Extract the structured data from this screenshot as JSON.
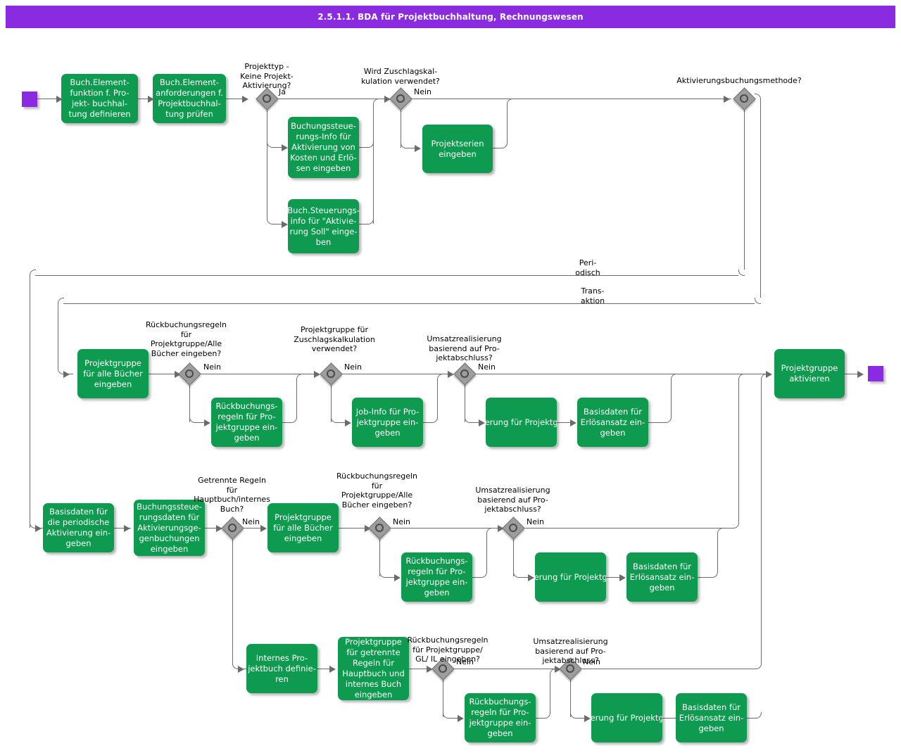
{
  "title": "2.5.1.1. BDA für Projektbuchhaltung, Rechnungswesen",
  "colors": {
    "title_bar": "#8A2BE2",
    "task_fill": "#0E9A4F",
    "task_text": "#FFFFFF",
    "gateway_fill": "#9D9D9D",
    "marker": "#8A2BE2",
    "connector": "#6B6B6B"
  },
  "markers": {
    "start_label": "start-event",
    "end_label": "end-event"
  },
  "tasks": [
    {
      "id": "t1",
      "text": "Buch.Element-\nfunktion f. Pro-\njekt- buchhal-\ntung definieren"
    },
    {
      "id": "t2",
      "text": "Buch.Element-\nanforderungen f.\nProjektbuchhal-\ntung prüfen"
    },
    {
      "id": "t3",
      "text": "Buchungssteue-\nrungs-Info für\nAktivierung von\nKosten und Erlö-\nsen eingeben"
    },
    {
      "id": "t4",
      "text": "Buch.Steuerungs-\ninfo für \"Aktivie-\nrung Soll\" einge-\nben"
    },
    {
      "id": "t5",
      "text": "Projektserien\neingeben"
    },
    {
      "id": "t6",
      "text": "Projektgruppe\nfür alle Bücher\neingeben"
    },
    {
      "id": "t7",
      "text": "Rückbuchungs-\nregeln für Pro-\njektgruppe ein-\ngeben"
    },
    {
      "id": "t8",
      "text": "Job-Info für Pro-\njektgruppe ein-\ngeben"
    },
    {
      "id": "t9",
      "text": "Job/Umsatzrealisierung für Projektgruppe ein-\ngeben"
    },
    {
      "id": "t10",
      "text": "Basisdaten für\nErlösansatz ein-\ngeben"
    },
    {
      "id": "t11",
      "text": "Projektgruppe\naktivieren"
    },
    {
      "id": "t12",
      "text": "Basisdaten für\ndie periodische\nAktivierung ein-\ngeben"
    },
    {
      "id": "t13",
      "text": "Buchungssteue-\nrungsdaten für\nAktivierungsge-\ngenbuchungen\neingeben"
    },
    {
      "id": "t14",
      "text": "Projektgruppe\nfür alle Bücher\neingeben"
    },
    {
      "id": "t15",
      "text": "Rückbuchungs-\nregeln für Pro-\njektgruppe ein-\ngeben"
    },
    {
      "id": "t16",
      "text": "Job/Umsatzrealisierung für Projektgruppe ein-\ngeben"
    },
    {
      "id": "t17",
      "text": "Basisdaten für\nErlösansatz ein-\ngeben"
    },
    {
      "id": "t18",
      "text": "Internes Pro-\njektbuch definie-\nren"
    },
    {
      "id": "t19",
      "text": "Projektgruppe\nfür getrennte\nRegeln für\nHauptbuch und\ninternes Buch\neingeben"
    },
    {
      "id": "t20",
      "text": "Rückbuchungs-\nregeln für Pro-\njektgruppe ein-\ngeben"
    },
    {
      "id": "t21",
      "text": "Job/Umsatzrealisierung für Projektgruppe ein-\ngeben"
    },
    {
      "id": "t22",
      "text": "Basisdaten für\nErlösansatz ein-\ngeben"
    }
  ],
  "gateways": [
    {
      "id": "g1",
      "question": "Projekttyp -\nKeine Projekt-\nAktivierung?",
      "branch": "Ja"
    },
    {
      "id": "g2",
      "question": "Wird Zuschlagskal-\nkulation verwendet?",
      "branch": "Nein"
    },
    {
      "id": "g3",
      "question": "Aktivierungsbuchungsmethode?",
      "branch": ""
    },
    {
      "id": "g4",
      "question": "Rückbuchungsregeln\nfür\nProjektgruppe/Alle\nBücher eingeben?",
      "branch": "Nein"
    },
    {
      "id": "g5",
      "question": "Projektgruppe für\nZuschlagskalkulation\nverwendet?",
      "branch": "Nein"
    },
    {
      "id": "g6",
      "question": "Umsatzrealisierung\nbasierend auf Pro-\njektabschluss?",
      "branch": "Nein"
    },
    {
      "id": "g7",
      "question": "Getrennte Regeln\nfür\nHauptbuch/internes\nBuch?",
      "branch": "Nein"
    },
    {
      "id": "g8",
      "question": "Rückbuchungsregeln\nfür\nProjektgruppe/Alle\nBücher eingeben?",
      "branch": "Nein"
    },
    {
      "id": "g9",
      "question": "Umsatzrealisierung\nbasierend auf Pro-\njektabschluss?",
      "branch": "Nein"
    },
    {
      "id": "g10",
      "question": "Rückbuchungsregeln\nfür Projektgruppe/\nGL/ IL eingeben?",
      "branch": "Nein"
    },
    {
      "id": "g11",
      "question": "Umsatzrealisierung\nbasierend auf Pro-\njektabschluss?",
      "branch": "Nein"
    }
  ],
  "edge_labels": {
    "periodisch": "Peri-\nodisch",
    "transaktion": "Trans-\naktion"
  }
}
